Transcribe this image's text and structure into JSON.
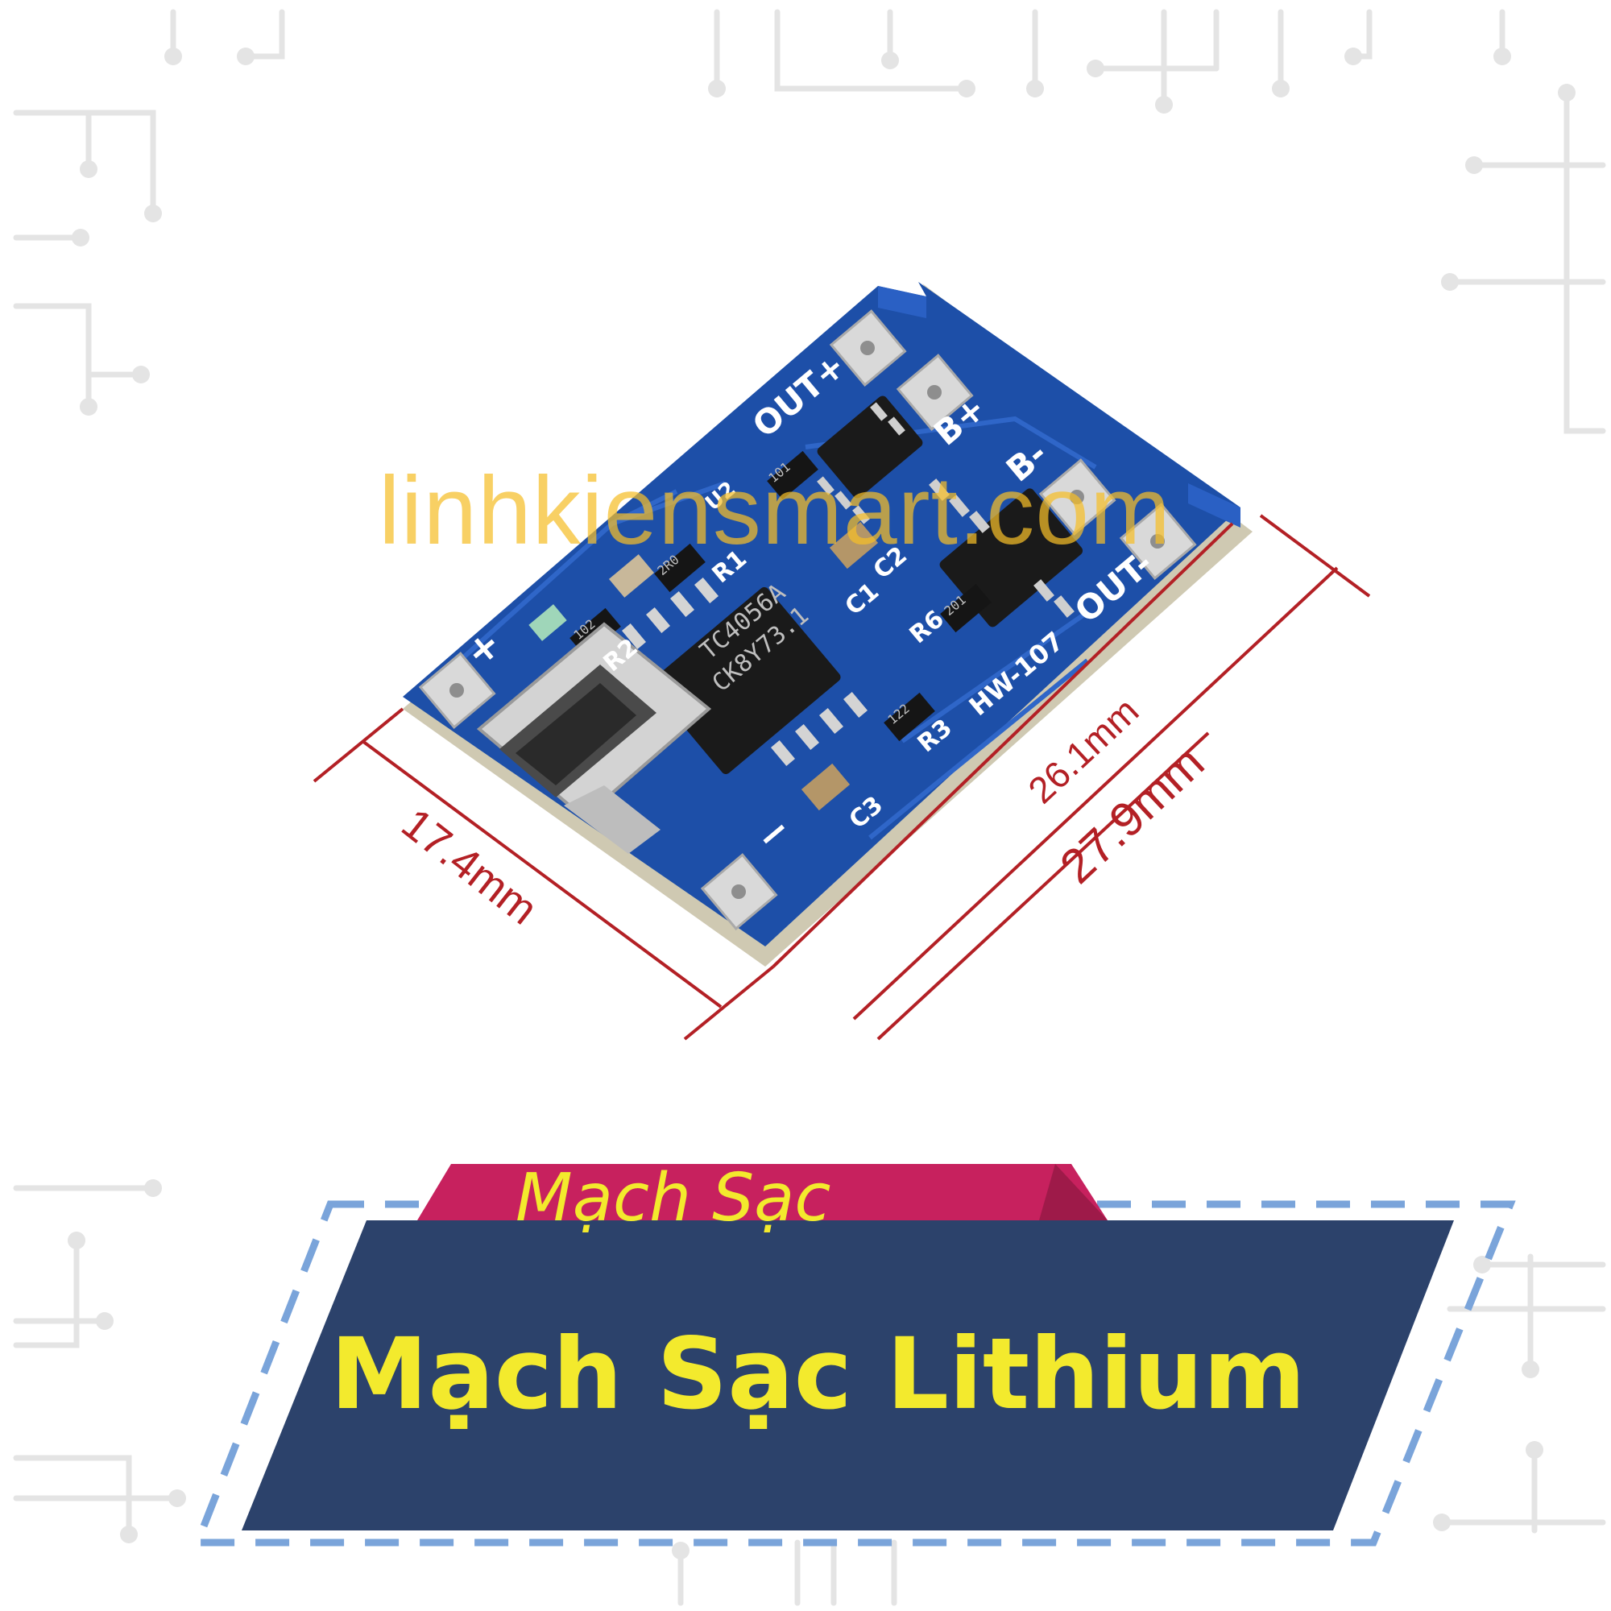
{
  "colors": {
    "background": "#ffffff",
    "circuit_deco": "#e4e4e4",
    "pcb_blue": "#1d4fa8",
    "dimension_line": "#b32025",
    "banner_navy": "#2c426b",
    "ribbon_magenta": "#c7215e",
    "title_yellow": "#f3ea2d",
    "dashed_frame": "#7aa4da",
    "watermark": "#f5be28"
  },
  "watermark": "linhkiensmart.com",
  "board": {
    "labels": {
      "out_plus": "OUT+",
      "b_plus": "B+",
      "b_minus": "B-",
      "out_minus": "OUT-",
      "plus": "+",
      "minus": "−",
      "model": "HW-107",
      "r1": "R1",
      "r2": "R2",
      "r3": "R3",
      "r6": "R6",
      "c1": "C1",
      "c2": "C2",
      "c3": "C3",
      "u2": "U2"
    },
    "chip_marking_line1": "TC4056A",
    "chip_marking_line2": "CK8Y73.1",
    "resistor_codes": [
      "101",
      "2R0",
      "102",
      "122",
      "201"
    ]
  },
  "dimensions": {
    "width": "17.4mm",
    "inner_length": "26.1mm",
    "outer_length": "27.9mm"
  },
  "banner": {
    "subtitle": "Mạch Sạc",
    "title": "Mạch Sạc Lithium"
  },
  "icons": [
    "circuit-trace-decoration",
    "micro-usb-port-icon"
  ]
}
